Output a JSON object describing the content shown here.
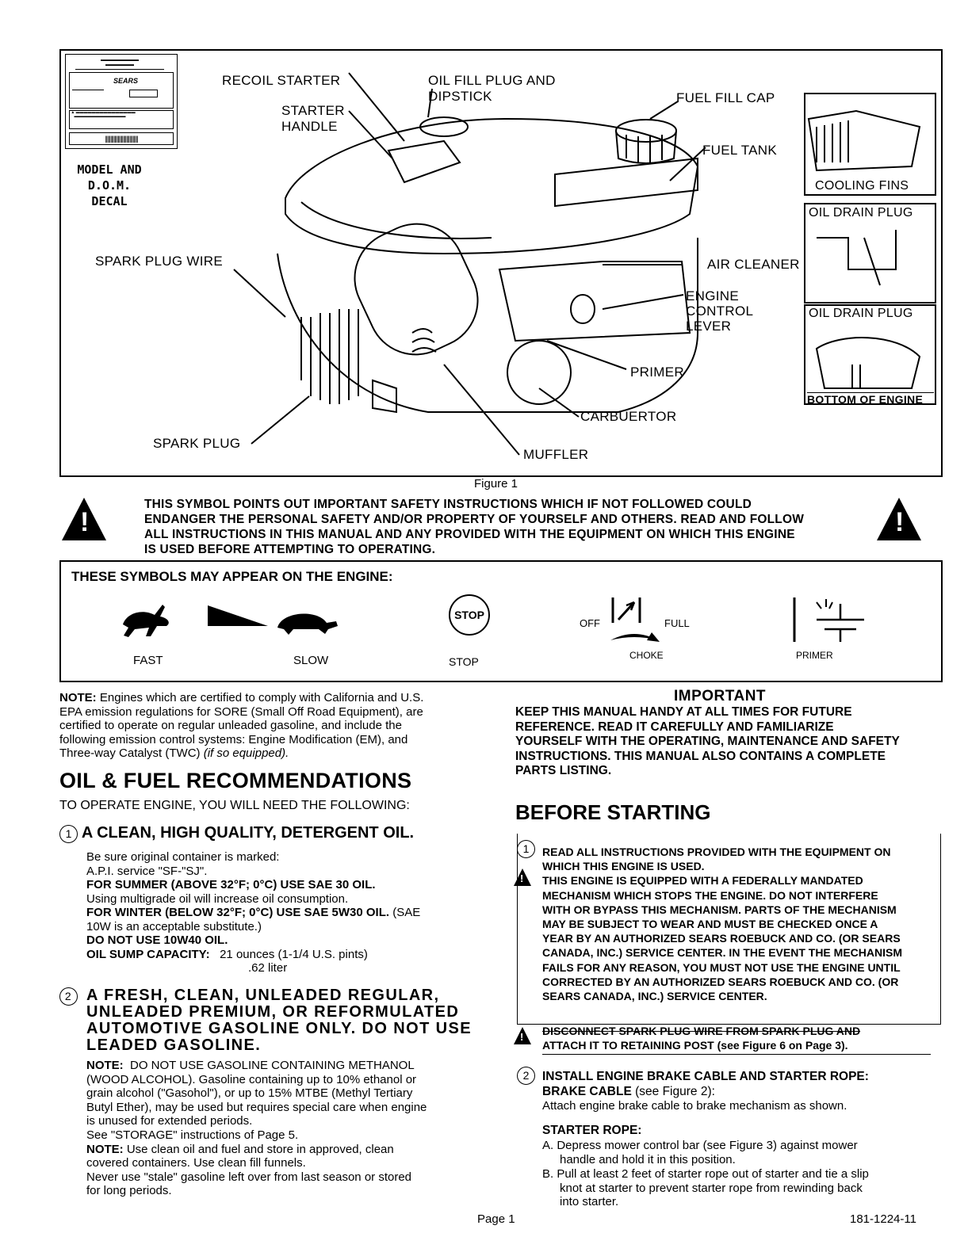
{
  "figure": {
    "decal_caption": [
      "MODEL AND",
      "D.O.M. DECAL"
    ],
    "decal_brand": "SEARS",
    "labels": {
      "recoil_starter": "RECOIL STARTER",
      "starter_handle": [
        "STARTER",
        "HANDLE"
      ],
      "oil_fill": [
        "OIL FILL PLUG AND",
        "DIPSTICK"
      ],
      "fuel_fill_cap": "FUEL FILL CAP",
      "fuel_tank": "FUEL TANK",
      "cooling_fins": "COOLING FINS",
      "oil_drain_plug_1": "OIL DRAIN PLUG",
      "oil_drain_plug_2": "OIL DRAIN PLUG",
      "bottom_of_engine": "BOTTOM OF ENGINE",
      "spark_plug_wire": "SPARK PLUG WIRE",
      "air_cleaner": "AIR CLEANER",
      "engine_control": [
        "ENGINE",
        "CONTROL",
        "LEVER"
      ],
      "primer": "PRIMER",
      "carbuertor": "CARBUERTOR",
      "spark_plug": "SPARK PLUG",
      "muffler": "MUFFLER"
    },
    "caption": "Figure 1"
  },
  "safety_warning": [
    "THIS SYMBOL POINTS OUT IMPORTANT SAFETY INSTRUCTIONS WHICH IF NOT FOLLOWED COULD",
    "ENDANGER THE PERSONAL SAFETY AND/OR PROPERTY OF YOURSELF AND OTHERS. READ AND FOLLOW",
    "ALL INSTRUCTIONS IN THIS MANUAL AND ANY PROVIDED WITH THE EQUIPMENT ON WHICH THIS ENGINE",
    "IS USED BEFORE ATTEMPTING TO OPERATING."
  ],
  "symbols": {
    "title": "THESE SYMBOLS MAY APPEAR ON THE ENGINE:",
    "fast": "FAST",
    "slow": "SLOW",
    "stop_sign": "STOP",
    "stop": "STOP",
    "off": "OFF",
    "full": "FULL",
    "choke": "CHOKE",
    "primer": "PRIMER"
  },
  "left": {
    "note_lead": "NOTE:",
    "note_lines": [
      "Engines which are certified to comply with California and U.S.",
      "EPA emission regulations for SORE (Small Off Road Equipment), are",
      "certified to operate on regular unleaded gasoline, and include the",
      "following emission control systems: Engine Modification (EM), and",
      "Three-way Catalyst (TWC)"
    ],
    "note_italic": "(if so equipped).",
    "heading": "OIL & FUEL RECOMMENDATIONS",
    "to_operate": "TO OPERATE ENGINE, YOU WILL NEED THE FOLLOWING:",
    "item1_num": "1",
    "item1_title": "A CLEAN, HIGH QUALITY, DETERGENT OIL.",
    "item1_lines": [
      "Be sure original container is marked:",
      "A.P.I. service \"SF-\"SJ\"."
    ],
    "summer": "FOR SUMMER (ABOVE 32°F; 0°C) USE SAE 30 OIL.",
    "multigrade": "Using multigrade oil will increase oil consumption.",
    "winter_bold": "FOR WINTER (BELOW 32°F; 0°C) USE SAE 5W30 OIL.",
    "winter_tail": "(SAE",
    "winter_line2": "10W is an acceptable substitute.)",
    "donot": "DO NOT USE 10W40 OIL.",
    "sump_label": "OIL SUMP CAPACITY:",
    "sump_value": "21 ounces (1-1/4 U.S. pints)",
    "sump_liter": ".62 liter",
    "item2_num": "2",
    "item2_lines": [
      "A FRESH, CLEAN, UNLEADED REGULAR,",
      "UNLEADED PREMIUM, OR REFORMULATED",
      "AUTOMOTIVE GASOLINE ONLY. DO NOT USE",
      "LEADED GASOLINE."
    ],
    "note2_lead": "NOTE:",
    "note2_first": "DO NOT USE GASOLINE CONTAINING METHANOL",
    "note2_lines": [
      "(WOOD ALCOHOL). Gasoline containing up to 10% ethanol or",
      "grain alcohol (\"Gasohol\"), or up to 15% MTBE (Methyl Tertiary",
      "Butyl Ether), may be used but requires special care when engine",
      "is unused for extended periods.",
      "See \"STORAGE\" instructions of Page 5."
    ],
    "note3_lead": "NOTE:",
    "note3_first": "Use clean oil and fuel and store in approved, clean",
    "note3_lines": [
      "covered containers. Use clean fill funnels.",
      "Never use \"stale\" gasoline left over from last season or stored",
      "for long periods."
    ]
  },
  "right": {
    "important_title": "IMPORTANT",
    "important_lines": [
      "KEEP THIS MANUAL HANDY AT ALL TIMES FOR FUTURE",
      "REFERENCE. READ IT CAREFULLY AND FAMILIARIZE",
      "YOURSELF WITH THE OPERATING, MAINTENANCE AND SAFETY",
      "INSTRUCTIONS. THIS MANUAL ALSO CONTAINS A COMPLETE",
      "PARTS LISTING."
    ],
    "heading": "BEFORE STARTING",
    "step1_num": "1",
    "step1_lines": [
      "READ ALL INSTRUCTIONS PROVIDED WITH THE EQUIPMENT ON",
      "WHICH THIS ENGINE IS USED.",
      "THIS ENGINE IS EQUIPPED WITH A FEDERALLY MANDATED",
      "MECHANISM WHICH STOPS THE ENGINE. DO NOT INTERFERE",
      "WITH OR BYPASS THIS MECHANISM. PARTS OF THE MECHANISM",
      "MAY BE SUBJECT TO WEAR AND MUST BE CHECKED ONCE A",
      "YEAR BY AN AUTHORIZED SEARS ROEBUCK AND CO. (OR SEARS",
      "CANADA, INC.) SERVICE CENTER. IN THE EVENT THE MECHANISM",
      "FAILS FOR ANY REASON, YOU MUST NOT USE THE ENGINE UNTIL",
      "CORRECTED BY AN AUTHORIZED SEARS ROEBUCK AND CO. (OR",
      "SEARS CANADA, INC.) SERVICE CENTER."
    ],
    "disconnect_lines": [
      "DISCONNECT SPARK PLUG WIRE FROM SPARK PLUG AND",
      "ATTACH IT TO RETAINING POST (see Figure 6 on Page 3)."
    ],
    "step2_num": "2",
    "step2_title": "INSTALL ENGINE BRAKE CABLE AND STARTER ROPE:",
    "brake_title": "BRAKE CABLE",
    "brake_ref": "(see Figure 2):",
    "brake_text": "Attach engine brake cable to brake mechanism as shown.",
    "starter_title": "STARTER ROPE:",
    "step_a": [
      "A. Depress mower control bar (see Figure 3) against mower",
      "handle and hold it in this position."
    ],
    "step_b": [
      "B. Pull at least 2 feet of starter rope out of starter and tie a slip",
      "knot at starter to prevent starter rope from rewinding back",
      "into starter."
    ]
  },
  "footer": {
    "page": "Page 1",
    "code": "181-1224-11"
  }
}
